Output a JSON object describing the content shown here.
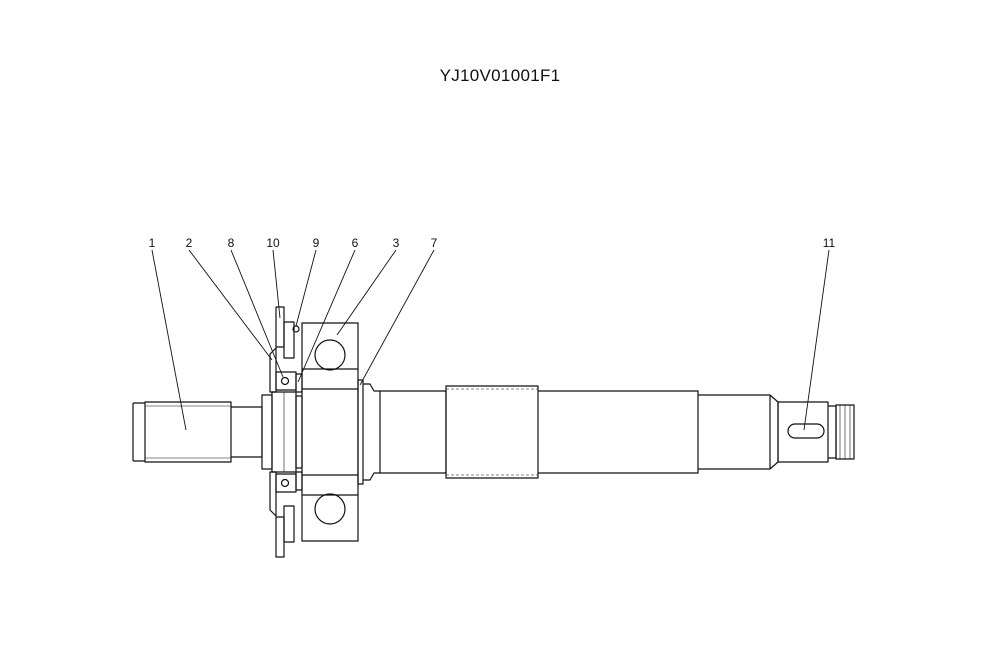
{
  "title": "YJ10V01001F1",
  "callouts": [
    {
      "id": "1",
      "label": "1"
    },
    {
      "id": "2",
      "label": "2"
    },
    {
      "id": "8",
      "label": "8"
    },
    {
      "id": "10",
      "label": "10"
    },
    {
      "id": "9",
      "label": "9"
    },
    {
      "id": "6",
      "label": "6"
    },
    {
      "id": "3",
      "label": "3"
    },
    {
      "id": "7",
      "label": "7"
    },
    {
      "id": "11",
      "label": "11"
    }
  ]
}
